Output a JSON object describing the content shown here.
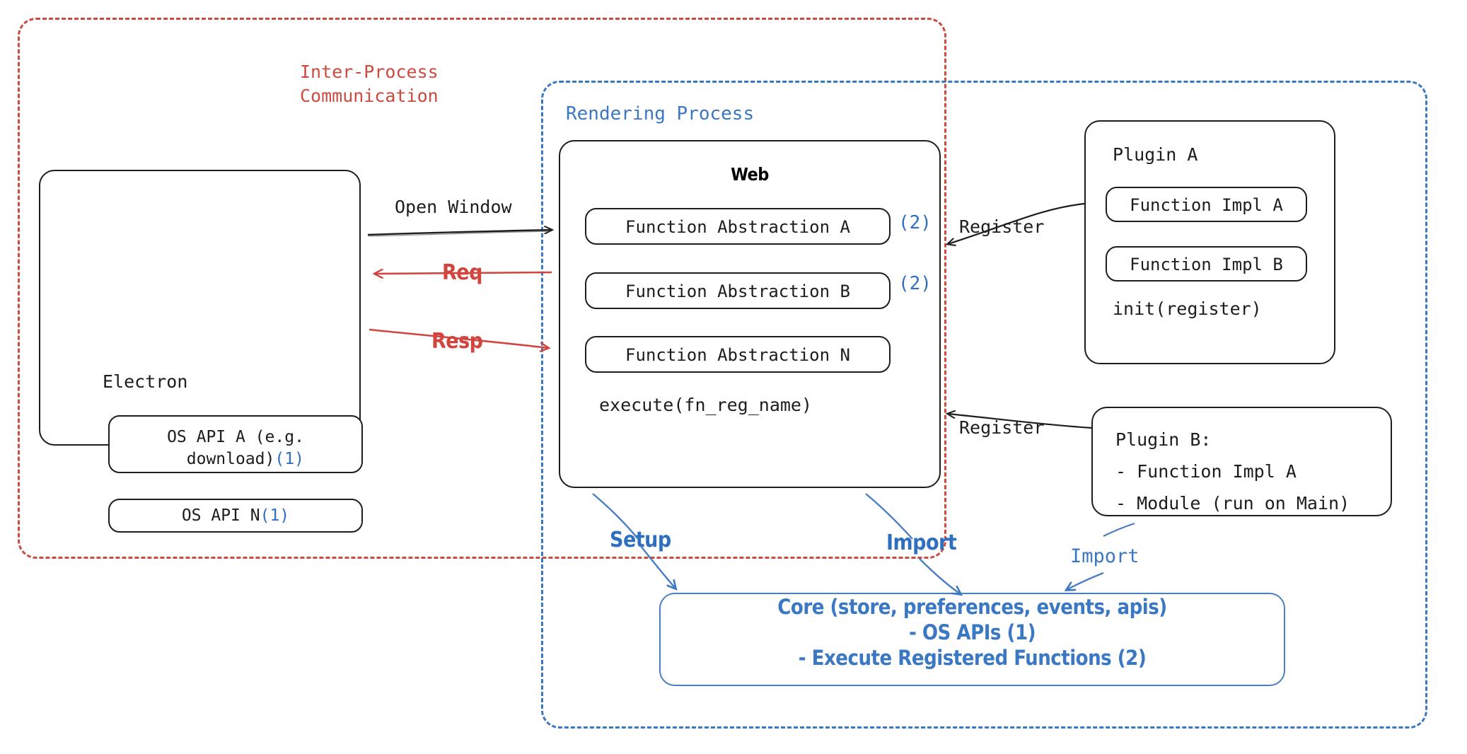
{
  "diagram": {
    "title": "Electron plugin architecture",
    "colors": {
      "red": "#cc4b41",
      "red_arrow": "#d1453f",
      "blue": "#3b78c4",
      "blue_mark": "#2f6fbf",
      "ink": "#1d1d1d",
      "core_border": "#4a7ec4"
    }
  },
  "containers": {
    "ipc": {
      "label": "Inter-Process\nCommunication",
      "style": "dashed",
      "color": "#cc4b41"
    },
    "rendering": {
      "label": "Rendering Process",
      "style": "dashed",
      "color": "#3b78c4"
    }
  },
  "electron": {
    "title": "Electron",
    "apis": [
      {
        "label": "OS API A (e.g.\n  download)",
        "mark": "(1)"
      },
      {
        "label": "OS API N",
        "mark": "(1)"
      }
    ]
  },
  "web": {
    "title": "Web",
    "abstractions": [
      {
        "label": "Function Abstraction A",
        "mark": "(2)"
      },
      {
        "label": "Function Abstraction B",
        "mark": "(2)"
      },
      {
        "label": "Function Abstraction N",
        "mark": ""
      }
    ],
    "method": "execute(fn_reg_name)"
  },
  "plugin_a": {
    "title": "Plugin A",
    "impls": [
      "Function Impl A",
      "Function Impl B"
    ],
    "init": "init(register)"
  },
  "plugin_b": {
    "lines": "Plugin B:\n- Function Impl A\n- Module (run on Main)"
  },
  "core": {
    "lines": "Core (store, preferences, events, apis)\n- OS APIs (1)\n- Execute Registered Functions (2)"
  },
  "arrows": {
    "open_window": "Open Window",
    "req": "Req",
    "resp": "Resp",
    "register_top": "Register",
    "register_bottom": "Register",
    "setup": "Setup",
    "import_left": "Import",
    "import_right": "Import"
  }
}
